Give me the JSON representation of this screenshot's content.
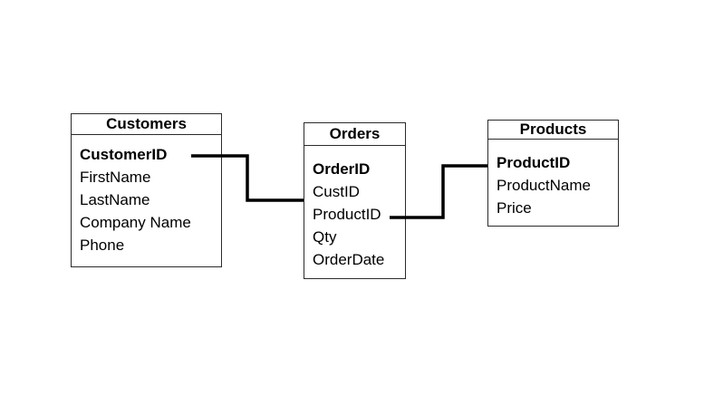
{
  "diagram": {
    "background_color": "#ffffff",
    "line_color": "#000000",
    "border_color": "#2b2b2b",
    "tables": [
      {
        "title": "Customers",
        "fields": [
          {
            "name": "CustomerID",
            "key": true
          },
          {
            "name": "FirstName",
            "key": false
          },
          {
            "name": "LastName",
            "key": false
          },
          {
            "name": "Company Name",
            "key": false
          },
          {
            "name": "Phone",
            "key": false
          }
        ]
      },
      {
        "title": "Orders",
        "fields": [
          {
            "name": "OrderID",
            "key": true
          },
          {
            "name": "CustID",
            "key": false
          },
          {
            "name": "ProductID",
            "key": false
          },
          {
            "name": "Qty",
            "key": false
          },
          {
            "name": "OrderDate",
            "key": false
          }
        ]
      },
      {
        "title": "Products",
        "fields": [
          {
            "name": "ProductID",
            "key": true
          },
          {
            "name": "ProductName",
            "key": false
          },
          {
            "name": "Price",
            "key": false
          }
        ]
      }
    ],
    "relationships": [
      {
        "from": "Customers.CustomerID",
        "to": "Orders.CustID"
      },
      {
        "from": "Orders.ProductID",
        "to": "Products.ProductID"
      }
    ]
  }
}
